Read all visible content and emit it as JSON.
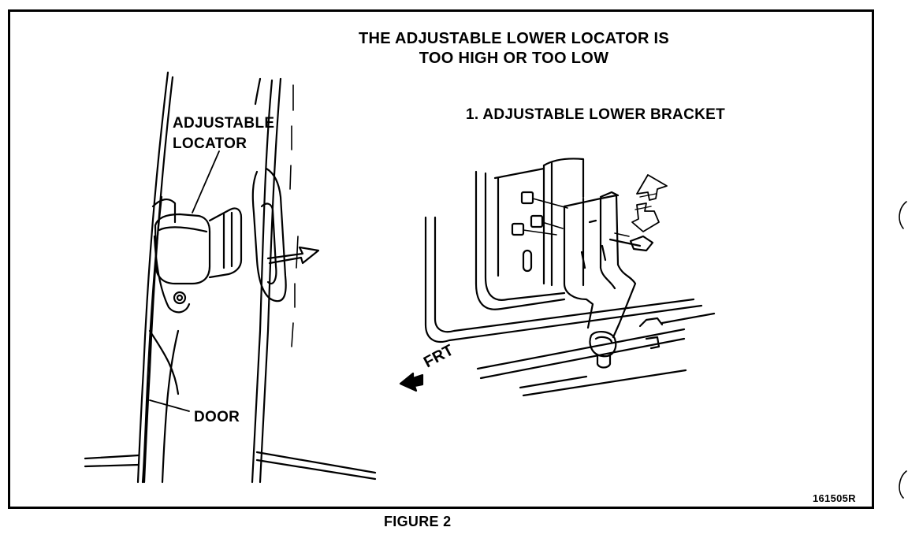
{
  "title": {
    "line1": "THE ADJUSTABLE LOWER LOCATOR IS",
    "line2": "TOO HIGH OR TOO LOW"
  },
  "callouts": {
    "item1": "1.  ADJUSTABLE LOWER BRACKET"
  },
  "labels": {
    "adjustable_line1": "ADJUSTABLE",
    "adjustable_line2": "LOCATOR",
    "door": "DOOR",
    "front": "FRT"
  },
  "reference_code": "161505R",
  "caption": "FIGURE 2",
  "colors": {
    "ink": "#000000",
    "paper": "#ffffff"
  },
  "icons": {
    "direction_arrow": "up-down-arrow-icon",
    "front_arrow": "left-arrow-icon"
  }
}
